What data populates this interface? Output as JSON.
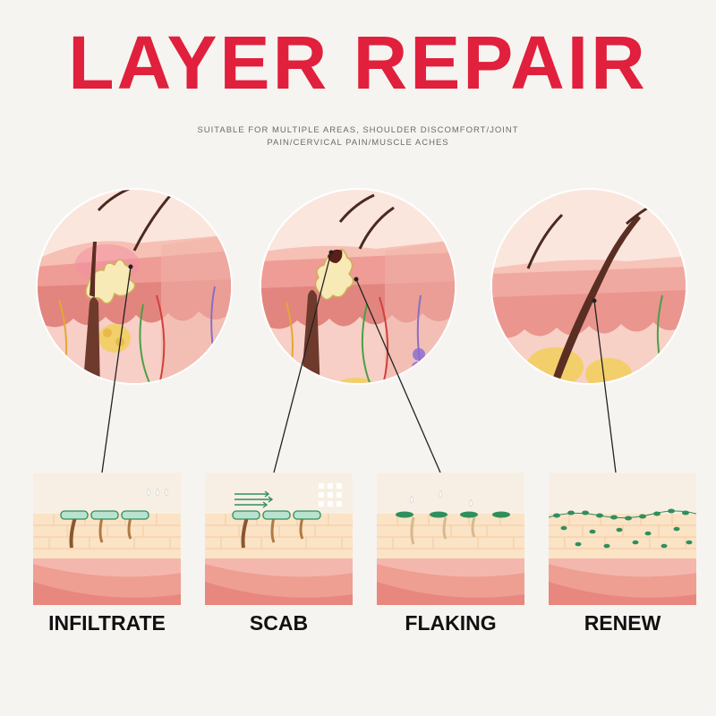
{
  "title": "LAYER REPAIR",
  "subtitle_lines": [
    "SUITABLE FOR MULTIPLE AREAS, SHOULDER DISCOMFORT/JOINT",
    "PAIN/CERVICAL PAIN/MUSCLE ACHES"
  ],
  "stages": [
    {
      "label": "INFILTRATE"
    },
    {
      "label": "SCAB"
    },
    {
      "label": "FLAKING"
    },
    {
      "label": "RENEW"
    }
  ],
  "colors": {
    "title": "#e0203c",
    "skin_light": "#f7c9bd",
    "skin_pink": "#f0a9a0",
    "dermis": "#e58a82",
    "hair": "#5a2e22",
    "fat": "#f2cf6a",
    "renew_green": "#2f8f5c"
  }
}
